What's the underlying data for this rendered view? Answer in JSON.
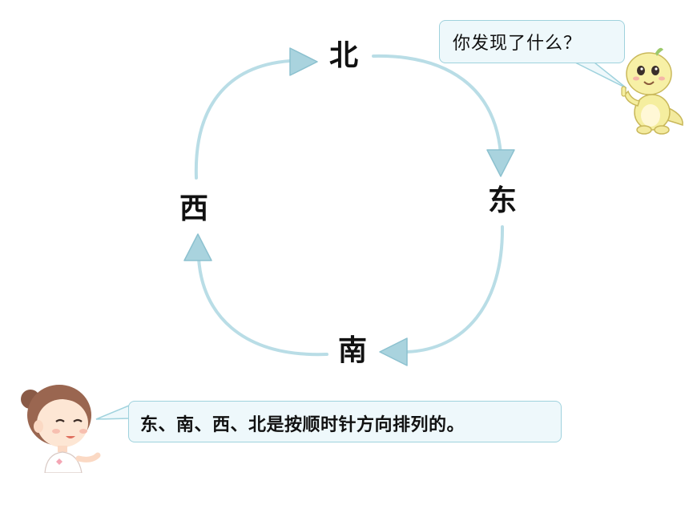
{
  "directions": {
    "north": "北",
    "east": "东",
    "south": "南",
    "west": "西"
  },
  "bubbles": {
    "question": "你发现了什么？",
    "answer": "东、南、西、北是按顺时针方向排列的。"
  },
  "colors": {
    "cycle_line": "#b9dde6",
    "arrow_fill": "#a9d3de",
    "bubble_border": "#9fd2dd",
    "bubble_fill": "#eef8fb"
  },
  "characters": {
    "top_right": "dinosaur-mascot",
    "bottom_left": "girl"
  }
}
